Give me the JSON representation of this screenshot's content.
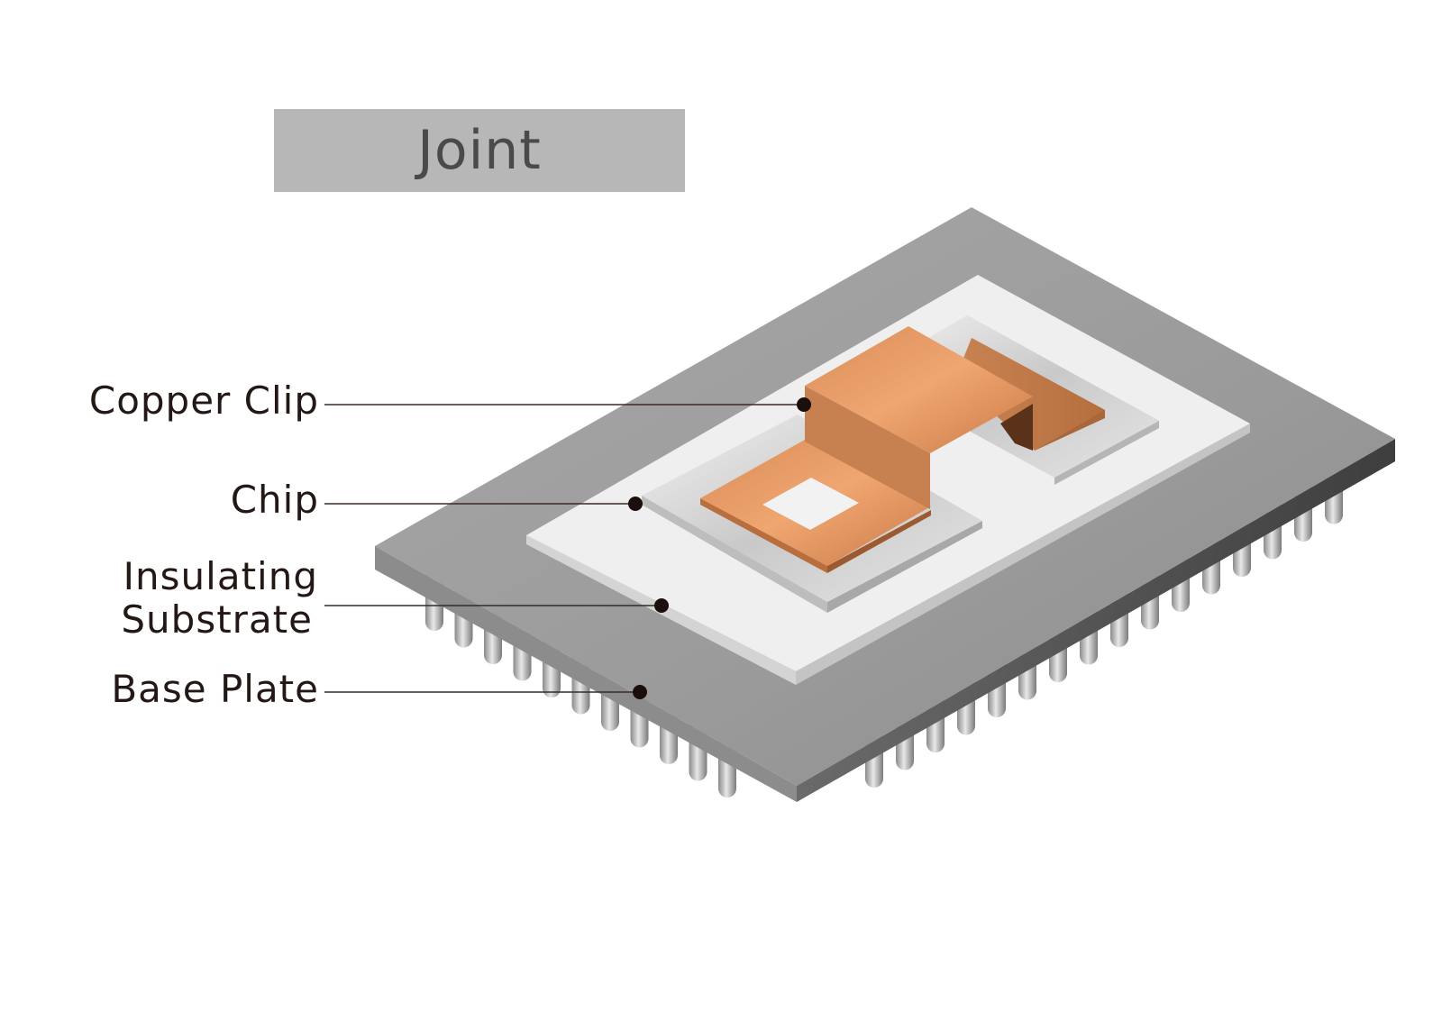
{
  "title": "Joint",
  "labels": {
    "copper_clip": "Copper Clip",
    "chip": "Chip",
    "insulating_substrate_line1": "Insulating",
    "insulating_substrate_line2": "Substrate",
    "base_plate": "Base Plate"
  },
  "colors": {
    "copper": "#e89a66",
    "base_plate": "#9e9e9e",
    "substrate": "#efefef",
    "text": "#231815",
    "title_bg": "#b6b7b6"
  }
}
